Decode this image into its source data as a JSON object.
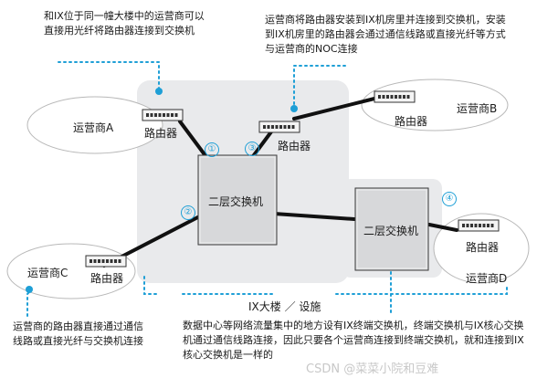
{
  "notes": {
    "top_left": "和IX位于同一幢大楼中的运营商可以直接用光纤将路由器连接到交换机",
    "top_right": "运营商将路由器安装到IX机房里并连接到交换机，安装到IX机房里的路由器会通过通信线路或直接光纤等方式与运营商的NOC连接",
    "bottom_left": "运营商的路由器直接通过通信线路或直接光纤与交换机连接",
    "bottom_right": "数据中心等网络流量集中的地方设有IX终端交换机，终端交换机与IX核心交换机通过通信线路连接，因此只要各个运营商连接到终端交换机，就和连接到IX核心交换机是一样的"
  },
  "carriers": {
    "a": "运营商A",
    "b": "运营商B",
    "c": "运营商C",
    "d": "运营商D"
  },
  "routers": {
    "a": "路由器",
    "b": "路由器",
    "c": "路由器",
    "d": "路由器",
    "ix": "路由器"
  },
  "switches": {
    "core": "二层交换机",
    "edge": "二层交换机"
  },
  "markers": [
    "①",
    "②",
    "③",
    "④"
  ],
  "facility_label": "IX大楼 ／ 设施",
  "watermark": "CSDN @菜菜小院和豆难",
  "colors": {
    "accent": "#1e9fd6",
    "facility_fill": "#e9eaec",
    "switch_fill": "#d7d8da",
    "cable": "#111111"
  }
}
